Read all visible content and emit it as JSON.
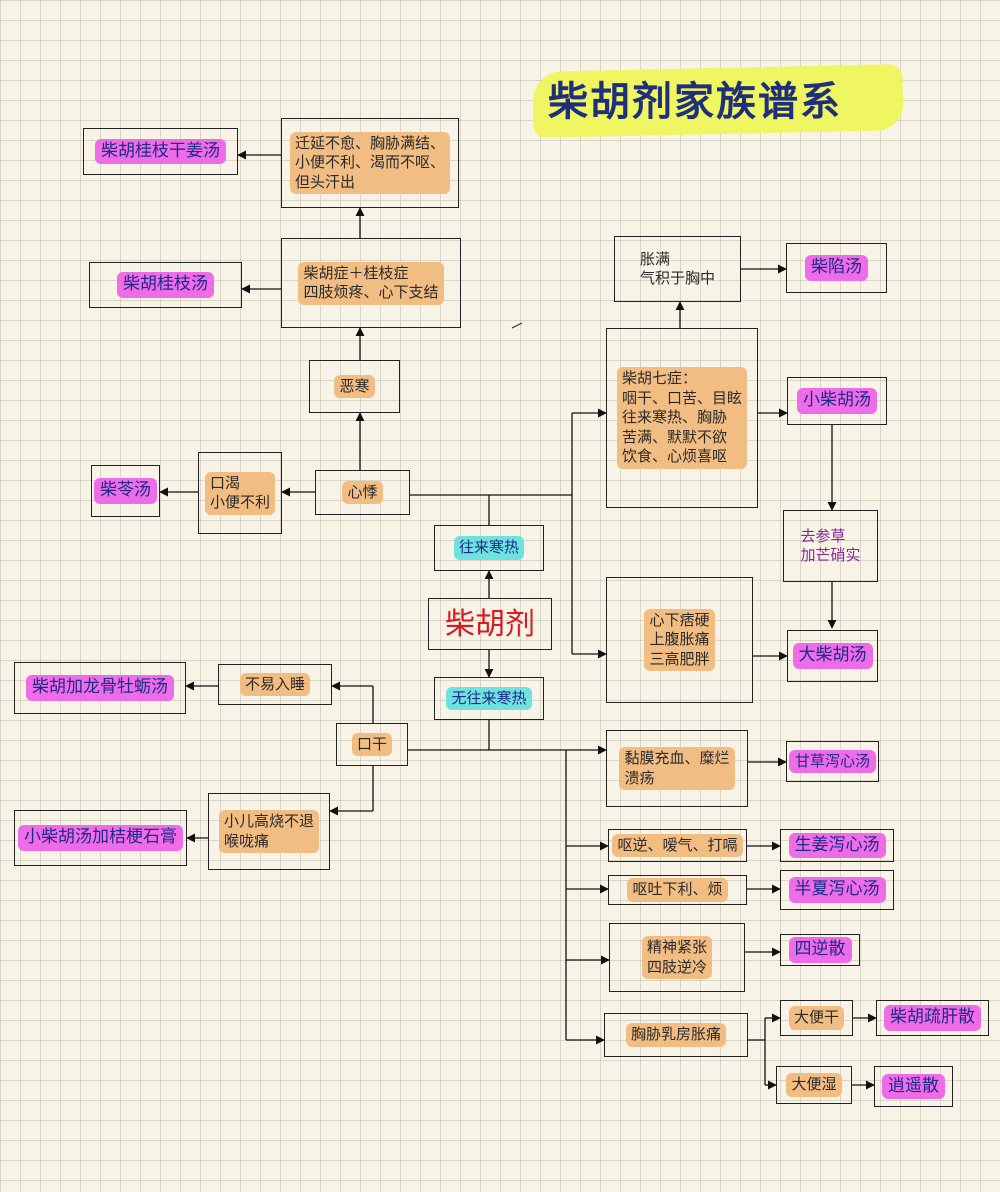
{
  "title": "柴胡剂家族谱系",
  "root": "柴胡剂",
  "branches": {
    "with_fever": "往来寒热",
    "without_fever": "无往来寒热"
  },
  "nodes": {
    "xinji": "心悸",
    "kouke": "口渴\n小便不利",
    "chailing": "柴苓汤",
    "wuhan": "恶寒",
    "chaigui_zheng": "柴胡症＋桂枝症\n四肢烦疼、心下支结",
    "chaigui": "柴胡桂枝汤",
    "yanyan": "迁延不愈、胸胁满结、\n小便不利、渴而不呕、\n但头汗出",
    "chaiguigan": "柴胡桂枝干姜汤",
    "qizheng": "柴胡七症：\n咽干、口苦、目眩\n往来寒热、胸胁\n苦满、默默不欲\n饮食、心烦喜呕",
    "xiaochai": "小柴胡汤",
    "zhangman": "胀满\n气积于胸中",
    "chaixian": "柴陷汤",
    "qushen": "去参草\n加芒硝实",
    "xinxia": "心下痞硬\n上腹胀痛\n三高肥胖",
    "dachai": "大柴胡汤",
    "kougan": "口干",
    "buyi": "不易入睡",
    "chailong": "柴胡加龙骨牡蛎汤",
    "xiaoer": "小儿高烧不退\n喉咙痛",
    "xiaochai_jie": "小柴胡汤加桔梗石膏",
    "nianmo": "黏膜充血、糜烂\n溃疡",
    "gancao": "甘草泻心汤",
    "ouni": "呕逆、嗳气、打嗝",
    "shengjiang": "生姜泻心汤",
    "ouxia": "呕吐下利、烦",
    "banxia": "半夏泻心汤",
    "jingshen": "精神紧张\n四肢逆冷",
    "sini": "四逆散",
    "xiongxie": "胸胁乳房胀痛",
    "dabiangan": "大便干",
    "chaishu": "柴胡疏肝散",
    "dabianshi": "大便湿",
    "xiaoyao": "逍遥散"
  },
  "colors": {
    "pink": "#ee6ce6",
    "orange": "#f2bd83",
    "cyan": "#6fe2e0",
    "highlight_yellow": "#eef55a",
    "root_text": "#d81a22",
    "ink_blue": "#1d2a8a"
  }
}
